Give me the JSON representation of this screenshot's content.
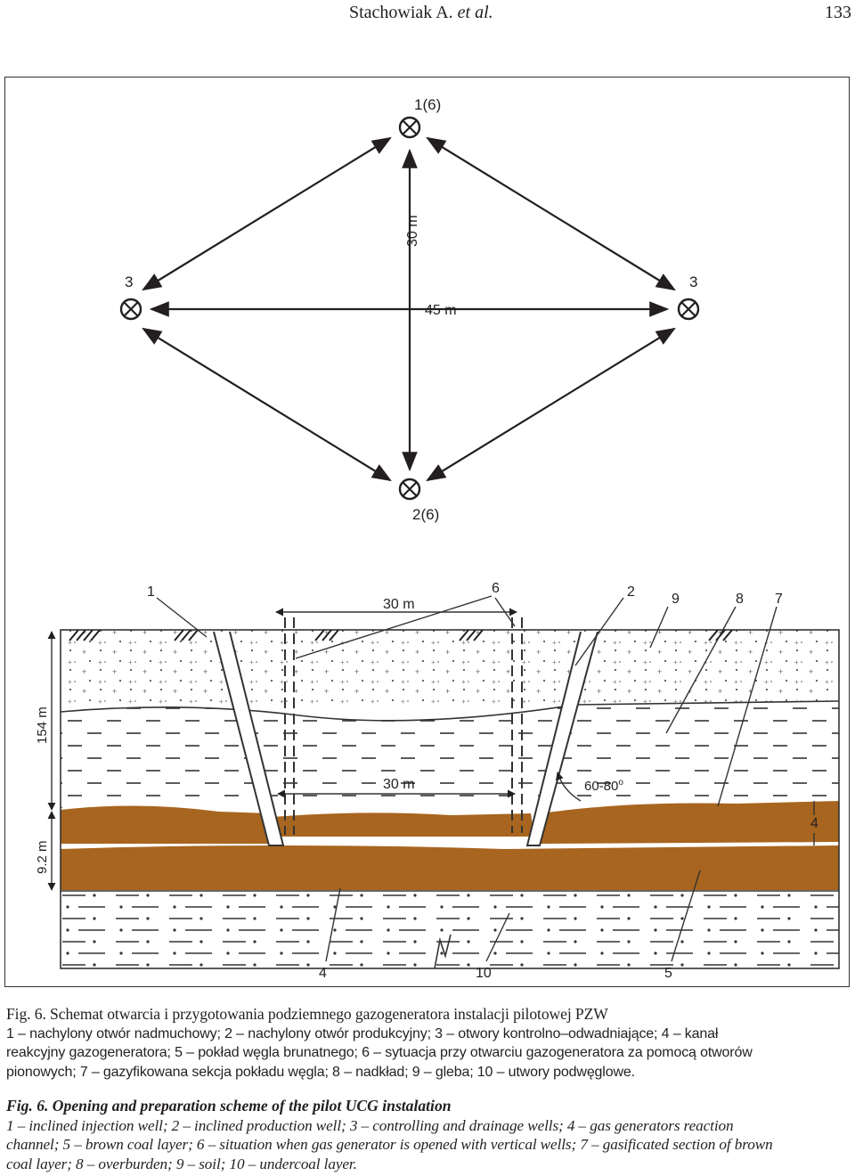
{
  "header": {
    "author": "Stachowiak A. et al.",
    "author_plain": "Stachowiak A. ",
    "author_italic": "et al.",
    "page_number": "133"
  },
  "figure": {
    "plan_view": {
      "well_top_label": "1(6)",
      "well_bottom_label": "2(6)",
      "well_left_label": "3",
      "well_right_label": "3",
      "vertical_distance": "30 m",
      "horizontal_distance": "45 m"
    },
    "section_view": {
      "label_1": "1",
      "label_6": "6",
      "label_2": "2",
      "label_9": "9",
      "label_8": "8",
      "label_7": "7",
      "top_width": "30 m",
      "bottom_width": "30 m",
      "angle": "60-80",
      "angle_unit": "o",
      "depth_overburden": "154 m",
      "depth_coal": "9.2 m",
      "label_4_right": "4",
      "label_4_bottom": "4",
      "label_10": "10",
      "label_5": "5",
      "coal_color": "#a8651f"
    }
  },
  "caption_pl": {
    "title": "Fig. 6. Schemat otwarcia i przygotowania podziemnego gazogeneratora instalacji pilotowej PZW",
    "line1": "1 – nachylony otwór nadmuchowy; 2 – nachylony otwór produkcyjny; 3 – otwory kontrolno–odwadniające; 4 – kanał",
    "line2": "reakcyjny gazogeneratora; 5 – pokład węgla brunatnego; 6 – sytuacja przy otwarciu gazogeneratora za pomocą otworów",
    "line3": "pionowych; 7 – gazyfikowana sekcja pokładu węgla; 8 – nadkład; 9 – gleba; 10 – utwory podwęglowe."
  },
  "caption_en": {
    "title": "Fig. 6. Opening and preparation scheme of the pilot UCG instalation",
    "line1": "1 – inclined injection well; 2 – inclined production well; 3 – controlling and drainage wells; 4 – gas generators reaction",
    "line2": "channel; 5 – brown coal layer; 6 – situation when gas generator is opened with vertical wells; 7 – gasificated section of brown",
    "line3": "coal layer; 8 – overburden; 9 – soil; 10 – undercoal layer."
  }
}
